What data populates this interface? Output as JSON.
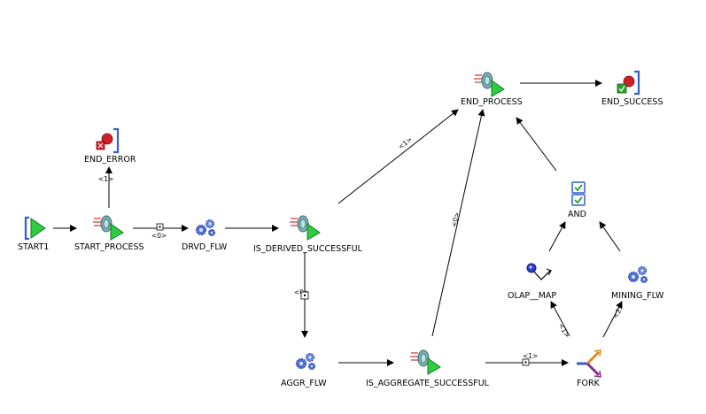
{
  "nodes": {
    "start1": {
      "label": "START1",
      "icon": "start-icon"
    },
    "start_process": {
      "label": "START_PROCESS",
      "icon": "subprocess-icon"
    },
    "end_error": {
      "label": "END_ERROR",
      "icon": "end-error-icon"
    },
    "drvd_flw": {
      "label": "DRVD_FLW",
      "icon": "gears-icon"
    },
    "is_derived_successful": {
      "label": "IS_DERIVED_SUCCESSFUL",
      "icon": "subprocess-icon"
    },
    "aggr_flw": {
      "label": "AGGR_FLW",
      "icon": "gears-icon"
    },
    "is_aggregate_successful": {
      "label": "IS_AGGREGATE_SUCCESSFUL",
      "icon": "subprocess-icon"
    },
    "fork": {
      "label": "FORK",
      "icon": "fork-icon"
    },
    "olap_map": {
      "label": "OLAP__MAP",
      "icon": "olap-map-icon"
    },
    "mining_flw": {
      "label": "MINING_FLW",
      "icon": "gears-icon"
    },
    "and": {
      "label": "AND",
      "icon": "and-checkbox-icon"
    },
    "end_process": {
      "label": "END_PROCESS",
      "icon": "subprocess-icon"
    },
    "end_success": {
      "label": "END_SUCCESS",
      "icon": "end-success-icon"
    }
  },
  "edge_labels": {
    "start_process_to_end_error": "<1>",
    "start_process_to_drvd_flw": "<0>",
    "is_derived_to_end_process": "<1>",
    "is_derived_to_aggr_flw": "<0>",
    "is_aggregate_to_end_process": "<0>",
    "is_aggregate_to_fork": "<1>",
    "fork_to_olap_map": "<1>",
    "fork_to_mining_flw": "<2>"
  },
  "colors": {
    "start_green": "#2ecc40",
    "gear_blue": "#4f6fd8",
    "bracket_blue": "#2f5fd0",
    "error_red": "#d0202a",
    "check_green": "#2aa02a"
  }
}
